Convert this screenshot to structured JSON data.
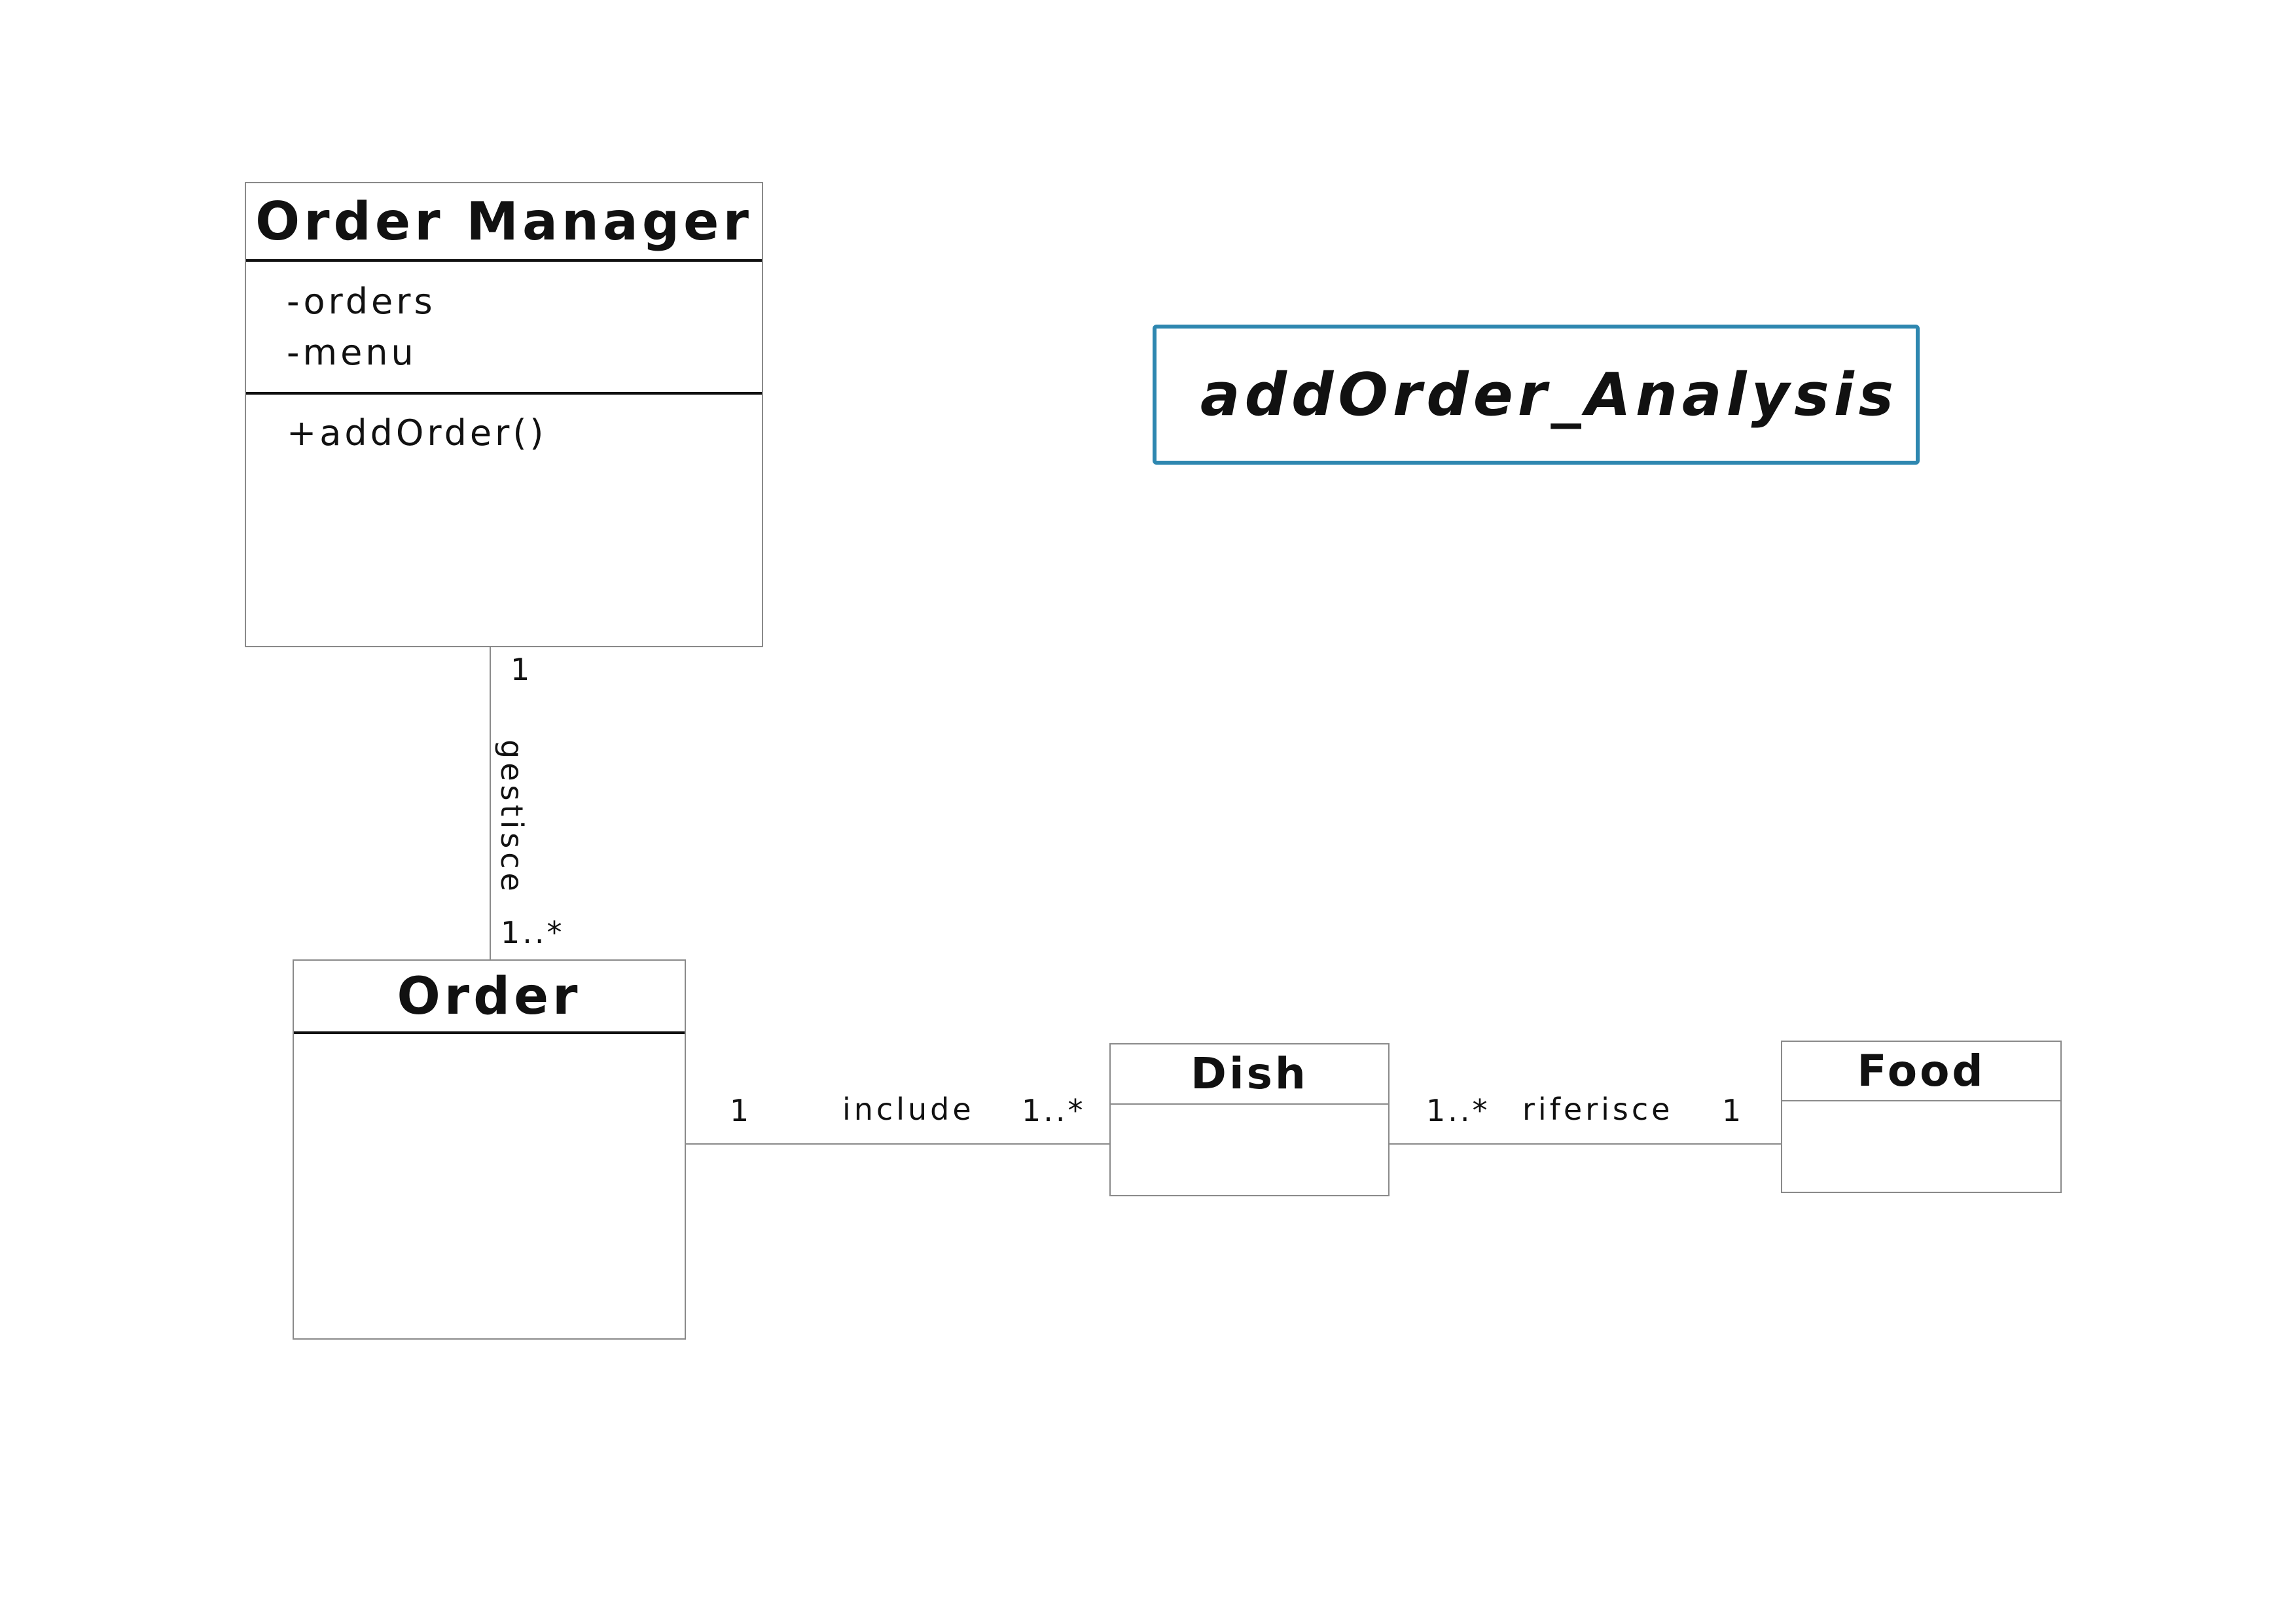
{
  "diagram_title": "addOrder_Analysis",
  "classes": {
    "order_manager": {
      "name": "Order Manager",
      "attributes": [
        "-orders",
        "-menu"
      ],
      "operations": [
        "+addOrder()"
      ]
    },
    "order": {
      "name": "Order"
    },
    "dish": {
      "name": "Dish"
    },
    "food": {
      "name": "Food"
    }
  },
  "associations": {
    "gestisce": {
      "label": "gestisce",
      "source_multiplicity": "1",
      "target_multiplicity": "1..*"
    },
    "include": {
      "label": "include",
      "source_multiplicity": "1",
      "target_multiplicity": "1..*"
    },
    "riferisce": {
      "label": "riferisce",
      "source_multiplicity": "1..*",
      "target_multiplicity": "1"
    }
  },
  "colors": {
    "title_border": "#2e87b0",
    "class_border": "#8a8a8a",
    "text": "#111111"
  }
}
